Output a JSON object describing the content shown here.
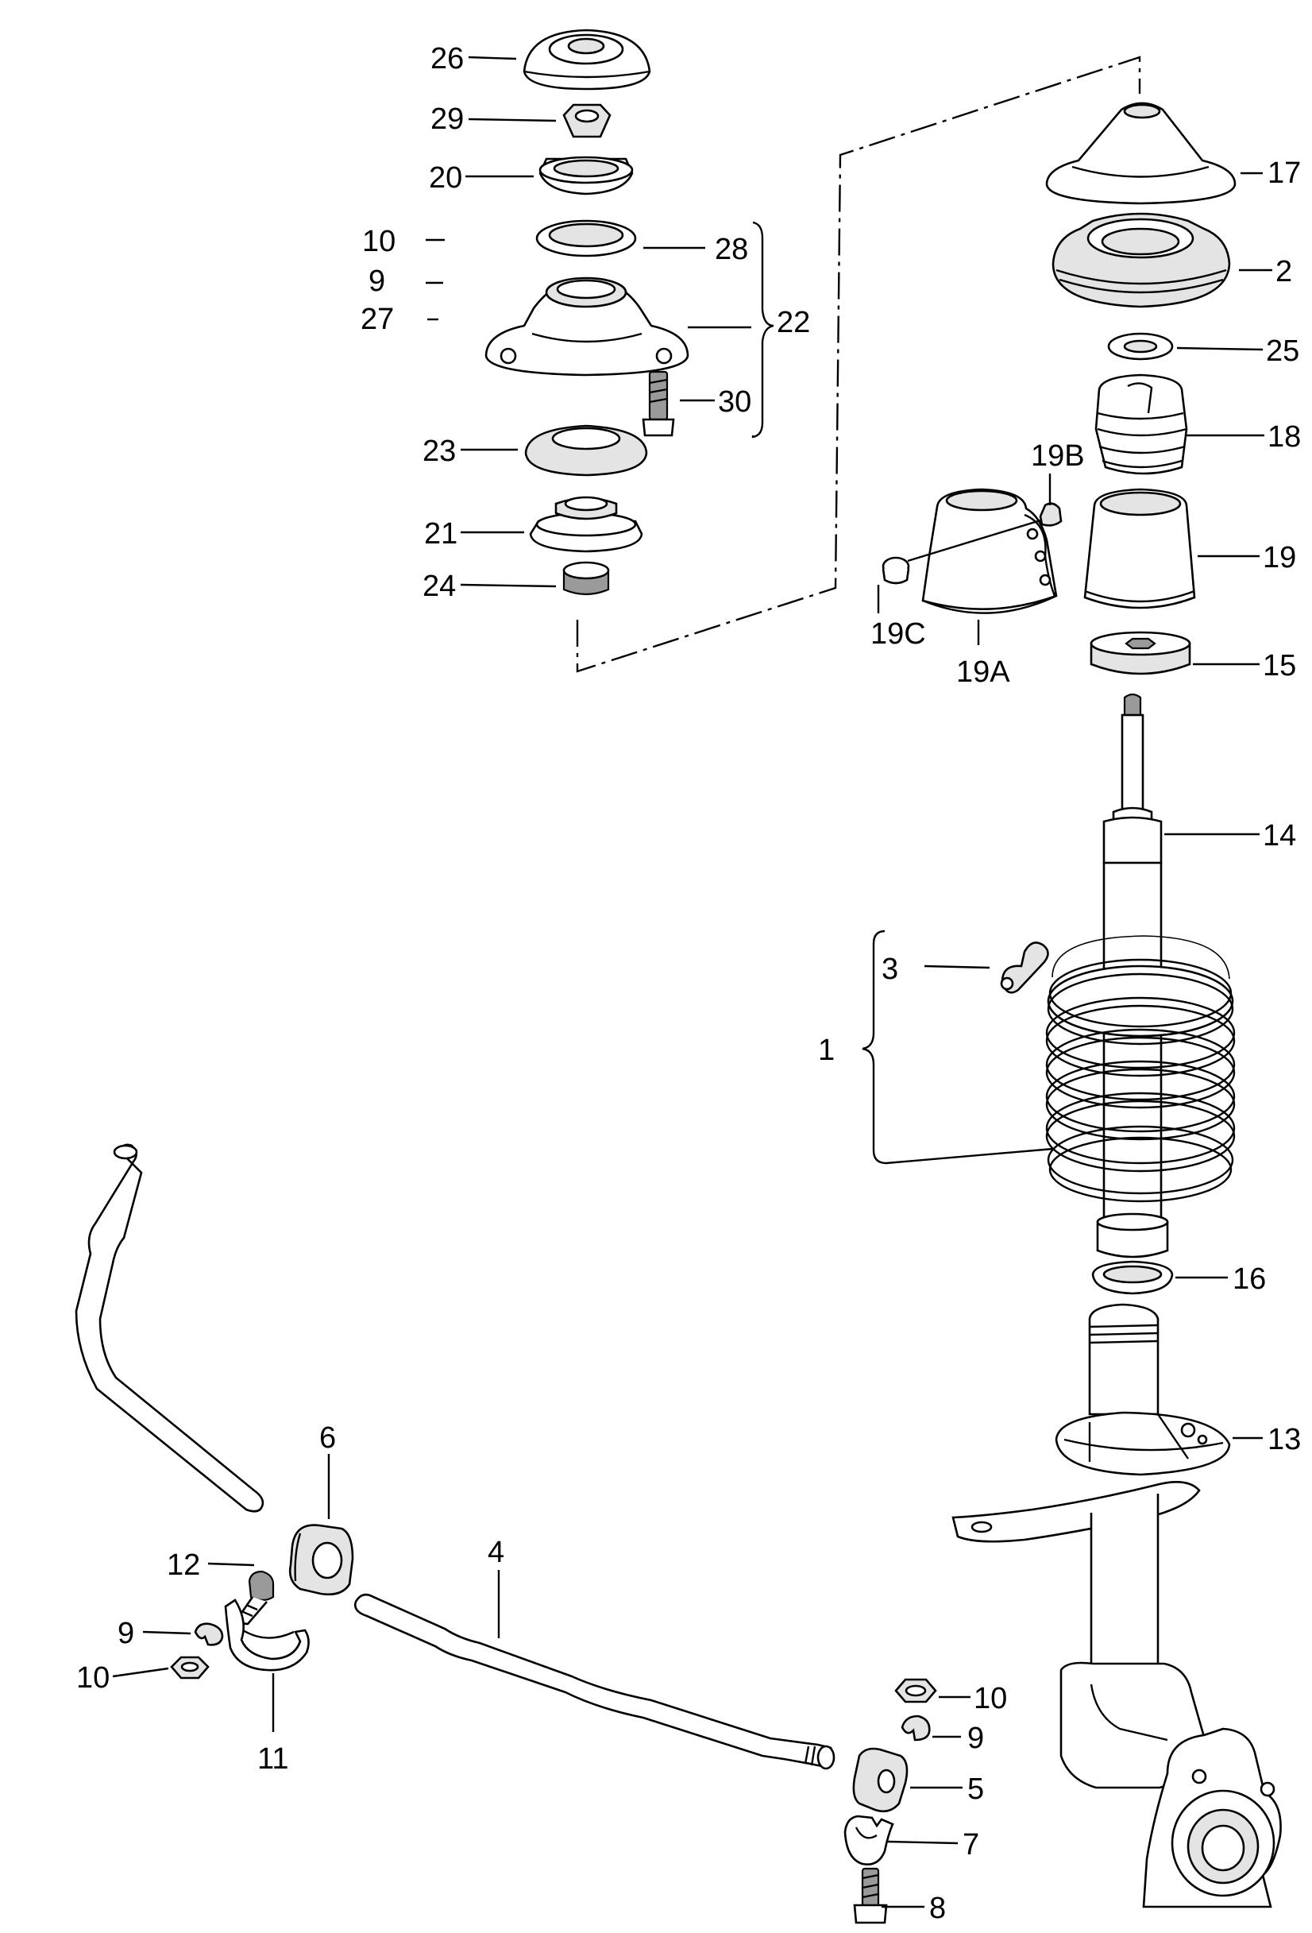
{
  "labels": {
    "l1": "1",
    "l2": "2",
    "l3": "3",
    "l4": "4",
    "l5": "5",
    "l6": "6",
    "l7": "7",
    "l8": "8",
    "l9a": "9",
    "l9b": "9",
    "l9c": "9",
    "l10a": "10",
    "l10b": "10",
    "l10c": "10",
    "l11": "11",
    "l12": "12",
    "l13": "13",
    "l14": "14",
    "l15": "15",
    "l16": "16",
    "l17": "17",
    "l18": "18",
    "l19": "19",
    "l19a": "19A",
    "l19b": "19B",
    "l19c": "19C",
    "l20": "20",
    "l21": "21",
    "l22": "22",
    "l23": "23",
    "l24": "24",
    "l25": "25",
    "l26": "26",
    "l27": "27",
    "l28": "28",
    "l29": "29",
    "l30": "30"
  }
}
